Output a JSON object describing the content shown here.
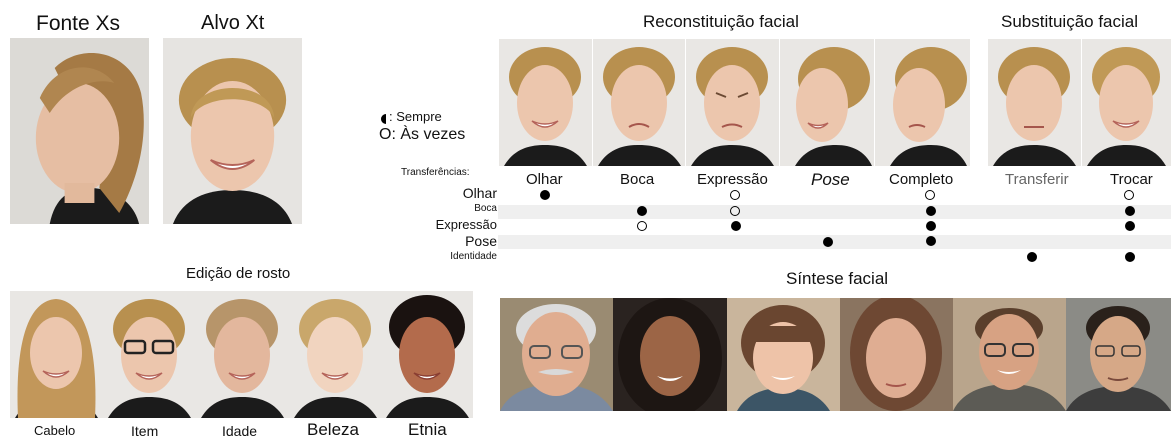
{
  "source_target": {
    "source_label": "Fonte Xs",
    "target_label": "Alvo Xt"
  },
  "legend": {
    "always": "Sempre",
    "sometimes": "Às vezes"
  },
  "reconstruction": {
    "title": "Reconstituição facial",
    "columns": [
      "Olhar",
      "Boca",
      "Expressão",
      "Pose",
      "Completo"
    ]
  },
  "substitution": {
    "title": "Substituição facial",
    "columns": [
      "Transferir",
      "Trocar"
    ]
  },
  "transfers": {
    "header": "Transferências:",
    "rows": [
      "Olhar",
      "Boca",
      "Expressão",
      "Pose",
      "Identidade"
    ]
  },
  "editing": {
    "title": "Edição de rosto",
    "labels": [
      "Cabelo",
      "Item",
      "Idade",
      "Beleza",
      "Etnia"
    ]
  },
  "synthesis": {
    "title": "Síntese facial"
  },
  "colors": {
    "row_band": "#efefef",
    "photo_bg": "#e9e7e4",
    "hair_blonde": "#b48a52",
    "skin": "#e9c3aa"
  }
}
